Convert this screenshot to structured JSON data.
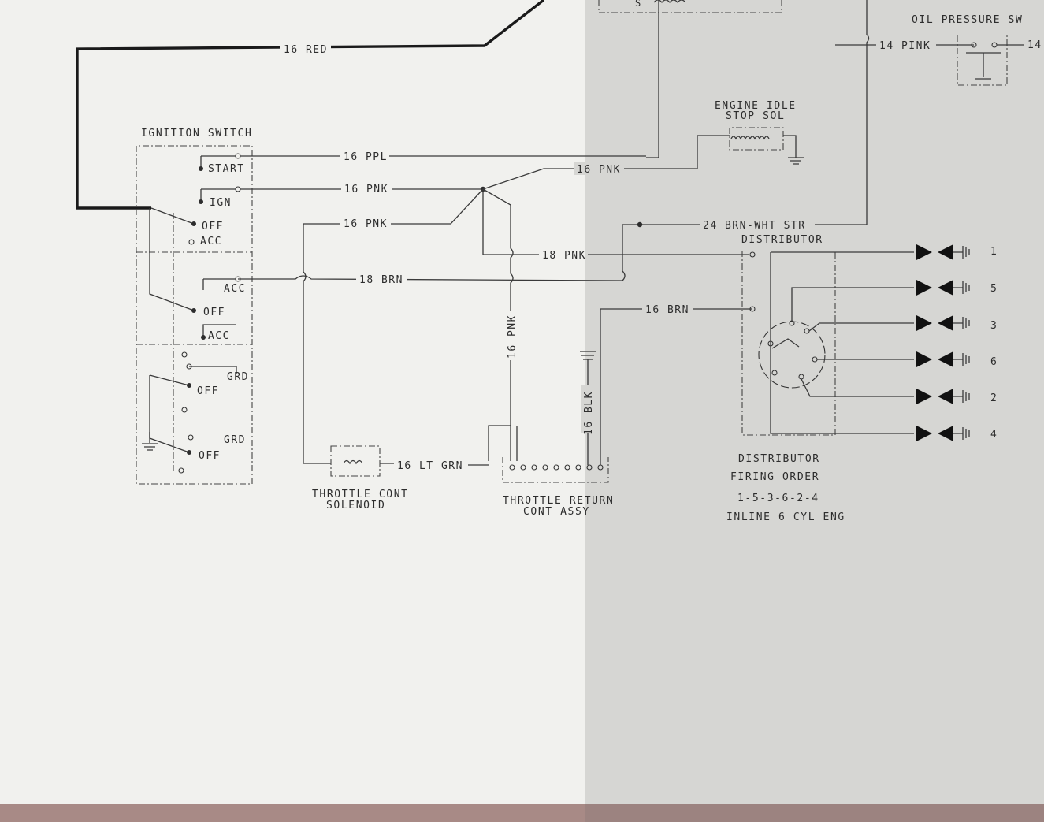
{
  "wires": {
    "red": "16 RED",
    "ppl": "16 PPL",
    "pnk_ign": "16 PNK",
    "pnk_idle": "16 PNK",
    "pnk_left": "16 PNK",
    "pnk_18": "18 PNK",
    "brn_18": "18 BRN",
    "brn_16": "16 BRN",
    "brn_wht": "24 BRN-WHT STR",
    "pnk_vert": "16 PNK",
    "blk": "16 BLK",
    "lt_grn": "16 LT GRN",
    "pink_14": "14 PINK",
    "edge_14": "14"
  },
  "ignition_switch": {
    "title": "IGNITION SWITCH",
    "start": "START",
    "ign": "IGN",
    "off1": "OFF",
    "acc1": "ACC",
    "acc2": "ACC",
    "off2": "OFF",
    "acc3": "ACC",
    "grd1": "GRD",
    "off3": "OFF",
    "grd2": "GRD",
    "off4": "OFF"
  },
  "components": {
    "oil_pressure": "OIL PRESSURE SW",
    "idle_stop_1": "ENGINE IDLE",
    "idle_stop_2": "STOP SOL",
    "distributor": "DISTRIBUTOR",
    "coil_s": "S",
    "throttle_sol_1": "THROTTLE CONT",
    "throttle_sol_2": "SOLENOID",
    "throttle_ret_1": "THROTTLE RETURN",
    "throttle_ret_2": "CONT ASSY"
  },
  "firing": {
    "line1": "DISTRIBUTOR",
    "line2": "FIRING ORDER",
    "line3": "1-5-3-6-2-4",
    "line4": "INLINE 6 CYL ENG"
  },
  "cylinders": [
    "1",
    "5",
    "3",
    "6",
    "2",
    "4"
  ]
}
